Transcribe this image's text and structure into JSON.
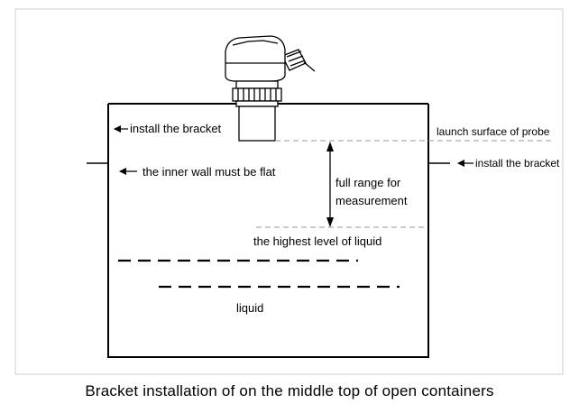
{
  "labels": {
    "install_bracket_left": "install the bracket",
    "inner_wall_flat": "the inner wall must be flat",
    "launch_surface": "launch surface of probe",
    "install_bracket_right": "install the bracket",
    "full_range_line1": "full range for",
    "full_range_line2": "measurement",
    "highest_level": "the highest level of liquid",
    "liquid": "liquid"
  },
  "caption": "Bracket installation of on the middle top of open containers"
}
